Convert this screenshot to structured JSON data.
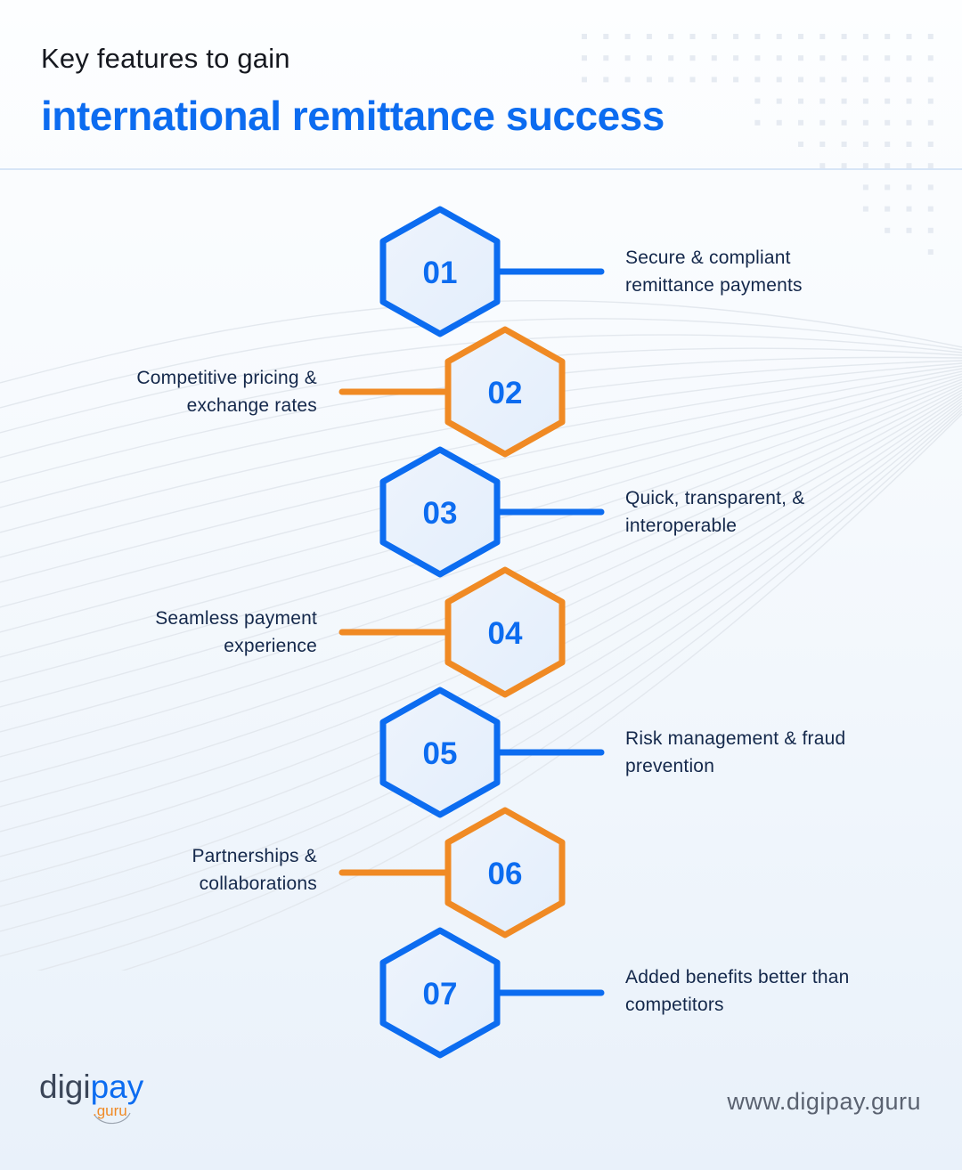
{
  "header": {
    "subtitle": "Key features to gain",
    "title": "international remittance success"
  },
  "colors": {
    "blue": "#0C6CF0",
    "orange": "#F08A24",
    "hex_fill": "#E8F1FC",
    "text_dark": "#14284B"
  },
  "features": [
    {
      "number": "01",
      "color": "blue",
      "side": "right",
      "line1": "Secure & compliant",
      "line2": "remittance payments"
    },
    {
      "number": "02",
      "color": "orange",
      "side": "left",
      "line1": "Competitive pricing &",
      "line2": "exchange rates"
    },
    {
      "number": "03",
      "color": "blue",
      "side": "right",
      "line1": "Quick, transparent, &",
      "line2": "interoperable"
    },
    {
      "number": "04",
      "color": "orange",
      "side": "left",
      "line1": "Seamless payment",
      "line2": "experience"
    },
    {
      "number": "05",
      "color": "blue",
      "side": "right",
      "line1": "Risk management & fraud",
      "line2": "prevention"
    },
    {
      "number": "06",
      "color": "orange",
      "side": "left",
      "line1": "Partnerships &",
      "line2": "collaborations"
    },
    {
      "number": "07",
      "color": "blue",
      "side": "right",
      "line1": "Added benefits better than",
      "line2": "competitors"
    }
  ],
  "footer": {
    "logo_digi": "digi",
    "logo_pay": "pay",
    "logo_guru": ".guru",
    "url": "www.digipay.guru"
  }
}
